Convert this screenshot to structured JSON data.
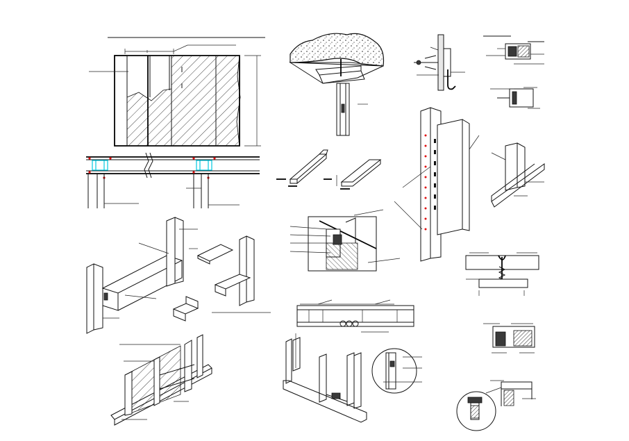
{
  "sheet": {
    "background": "#ffffff",
    "line_color": "#111111",
    "accent_colors": {
      "stud_highlight": "#00c8e0",
      "marker": "#e01010"
    },
    "text_labels": []
  },
  "details": [
    {
      "name": "wall-elevation-detail",
      "icon": "hatched-partition-elevation"
    },
    {
      "name": "wall-plan-section-detail",
      "icon": "stud-plan-section"
    },
    {
      "name": "ceiling-hanger-detail",
      "icon": "ceiling-suspension"
    },
    {
      "name": "channel-profiles-detail",
      "icon": "c-and-u-profiles"
    },
    {
      "name": "wall-anchor-detail",
      "icon": "anchor-bolt-bracket"
    },
    {
      "name": "top-track-detail",
      "icon": "track-junction"
    },
    {
      "name": "stud-connection-detail",
      "icon": "stud-track-connection"
    },
    {
      "name": "tall-stud-detail",
      "icon": "perforated-stud"
    },
    {
      "name": "stud-track-base-detail",
      "icon": "stud-in-base-track"
    },
    {
      "name": "isometric-beam-frame-detail",
      "icon": "beam-frame-isometric"
    },
    {
      "name": "wall-corner-section-detail",
      "icon": "corner-section-hatched"
    },
    {
      "name": "board-joint-screw-detail",
      "icon": "board-joint-screw"
    },
    {
      "name": "horizontal-section-detail",
      "icon": "partition-horizontal-section"
    },
    {
      "name": "door-jamb-detail",
      "icon": "jamb-profile"
    },
    {
      "name": "wall-panel-isometric-detail",
      "icon": "panel-on-track-isometric"
    },
    {
      "name": "stud-frame-isometric-detail",
      "icon": "stud-frame-with-circle-callout"
    },
    {
      "name": "corner-callout-detail",
      "icon": "corner-profile-with-circle"
    }
  ]
}
